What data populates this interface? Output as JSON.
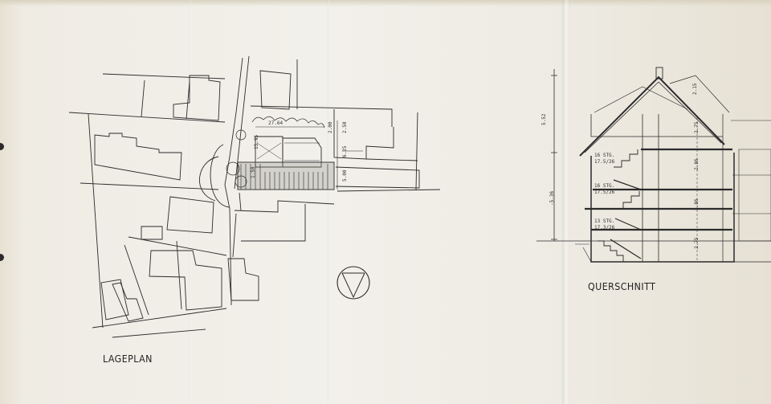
{
  "drawing": {
    "site_plan": {
      "label": "LAGEPLAN",
      "dimensions": {
        "width_top": "27.64",
        "d1": "2.50",
        "d2": "6.25",
        "d3": "5.00",
        "d4": "1.50",
        "d5": "15.95",
        "d6": "2.00"
      }
    },
    "section": {
      "label": "QUERSCHNITT",
      "stairs": [
        {
          "steps": "16 STG.",
          "ratio": "17.5/26"
        },
        {
          "steps": "16 STG.",
          "ratio": "17.5/26"
        },
        {
          "steps": "13 STG.",
          "ratio": "17.3/26"
        }
      ],
      "heights": {
        "total": "5.52",
        "lower": "-5.36",
        "attic": "2.15",
        "floor3": "2.75",
        "floor2": "2.86",
        "floor1": "2.86",
        "ground": "2.75"
      }
    }
  }
}
